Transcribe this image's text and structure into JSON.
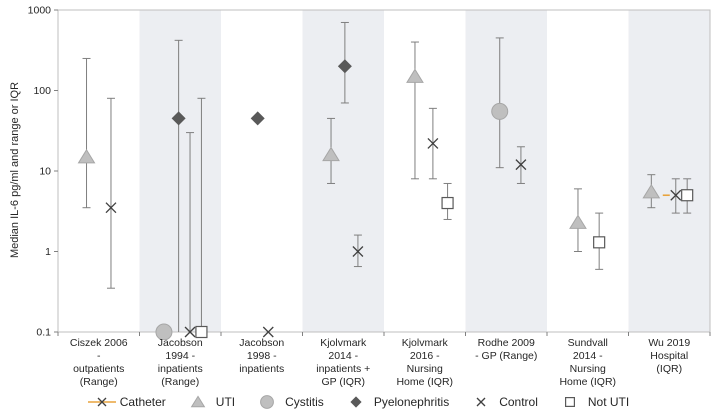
{
  "chart_data": {
    "type": "scatter",
    "title": "",
    "ylabel": "Median IL-6 pg/ml and range or IQR",
    "yscale": "log",
    "ylim": [
      0.1,
      1000
    ],
    "yticks": [
      "0.1",
      "1",
      "10",
      "100",
      "1000"
    ],
    "grid": false,
    "legend_position": "bottom",
    "band_color": "#ECEEF2",
    "error_bar_color": "#7F7F7F",
    "categories": [
      {
        "label": "Ciszek 2006 - outpatients (Range)",
        "lines": [
          "Ciszek 2006",
          "-",
          "outpatients",
          "(Range)"
        ]
      },
      {
        "label": "Jacobson 1994 - inpatients (Range)",
        "lines": [
          "Jacobson",
          "1994 -",
          "inpatients",
          "(Range)"
        ]
      },
      {
        "label": "Jacobson 1998 - inpatients",
        "lines": [
          "Jacobson",
          "1998 -",
          "inpatients"
        ]
      },
      {
        "label": "Kjolvmark 2014 - inpatients + GP (IQR)",
        "lines": [
          "Kjolvmark",
          "2014 -",
          "inpatients +",
          "GP (IQR)"
        ]
      },
      {
        "label": "Kjolvmark 2016 - Nursing Home (IQR)",
        "lines": [
          "Kjolvmark",
          "2016 -",
          "Nursing",
          "Home (IQR)"
        ]
      },
      {
        "label": "Rodhe 2009 - GP (Range)",
        "lines": [
          "Rodhe 2009",
          "- GP (Range)"
        ]
      },
      {
        "label": "Sundvall 2014 - Nursing Home (IQR)",
        "lines": [
          "Sundvall",
          "2014 -",
          "Nursing",
          "Home (IQR)"
        ]
      },
      {
        "label": "Wu 2019 Hospital (IQR)",
        "lines": [
          "Wu 2019",
          "Hospital",
          "(IQR)"
        ]
      }
    ],
    "series": [
      {
        "name": "Catheter",
        "marker": "catheter",
        "color": "#E8A33D",
        "points": [
          {
            "cat": 7,
            "dx": 0.08,
            "y": 5,
            "lo": 3,
            "hi": 8
          }
        ]
      },
      {
        "name": "UTI",
        "marker": "triangle",
        "color": "#BFBFBF",
        "points": [
          {
            "cat": 0,
            "dx": -0.15,
            "y": 15,
            "lo": 3.5,
            "hi": 250
          },
          {
            "cat": 3,
            "dx": -0.15,
            "y": 16,
            "lo": 7,
            "hi": 45
          },
          {
            "cat": 4,
            "dx": -0.12,
            "y": 150,
            "lo": 8,
            "hi": 400
          },
          {
            "cat": 6,
            "dx": -0.12,
            "y": 2.3,
            "lo": 1,
            "hi": 6
          },
          {
            "cat": 7,
            "dx": -0.22,
            "y": 5.5,
            "lo": 3.5,
            "hi": 9
          }
        ]
      },
      {
        "name": "Cystitis",
        "marker": "circle",
        "color": "#BFBFBF",
        "points": [
          {
            "cat": 1,
            "dx": -0.2,
            "y": 0.1
          },
          {
            "cat": 5,
            "dx": -0.08,
            "y": 55,
            "lo": 11,
            "hi": 450
          }
        ]
      },
      {
        "name": "Pyelonephritis",
        "marker": "diamond",
        "color": "#595959",
        "points": [
          {
            "cat": 1,
            "dx": -0.02,
            "y": 45,
            "lo": 0.1,
            "hi": 420
          },
          {
            "cat": 2,
            "dx": -0.05,
            "y": 45
          },
          {
            "cat": 3,
            "dx": 0.02,
            "y": 200,
            "lo": 70,
            "hi": 700
          }
        ]
      },
      {
        "name": "Control",
        "marker": "x",
        "color": "#404040",
        "points": [
          {
            "cat": 0,
            "dx": 0.15,
            "y": 3.5,
            "lo": 0.35,
            "hi": 80
          },
          {
            "cat": 1,
            "dx": 0.12,
            "y": 0.1,
            "lo": 0.1,
            "hi": 30
          },
          {
            "cat": 2,
            "dx": 0.08,
            "y": 0.1
          },
          {
            "cat": 3,
            "dx": 0.18,
            "y": 1,
            "lo": 0.65,
            "hi": 1.6
          },
          {
            "cat": 4,
            "dx": 0.1,
            "y": 22,
            "lo": 8,
            "hi": 60
          },
          {
            "cat": 5,
            "dx": 0.18,
            "y": 12,
            "lo": 7,
            "hi": 20
          }
        ]
      },
      {
        "name": "Not UTI",
        "marker": "square",
        "color": "#595959",
        "points": [
          {
            "cat": 1,
            "dx": 0.26,
            "y": 0.1,
            "lo": 0.1,
            "hi": 80
          },
          {
            "cat": 4,
            "dx": 0.28,
            "y": 4,
            "lo": 2.5,
            "hi": 7
          },
          {
            "cat": 6,
            "dx": 0.14,
            "y": 1.3,
            "lo": 0.6,
            "hi": 3
          },
          {
            "cat": 7,
            "dx": 0.22,
            "y": 5,
            "lo": 3,
            "hi": 8
          }
        ]
      }
    ]
  }
}
